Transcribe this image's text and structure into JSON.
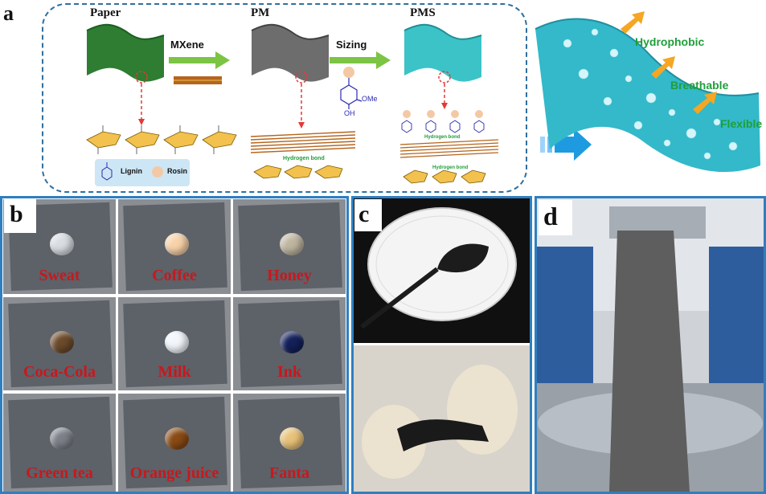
{
  "panel_a": {
    "letter": "a",
    "stages": [
      "Paper",
      "PM",
      "PMS"
    ],
    "arrow_labels": [
      "MXene",
      "Sizing"
    ],
    "legend": {
      "lignin": "Lignin",
      "rosin": "Rosin"
    },
    "hydrogen_bond": "Hydrogen bond",
    "ome": "OMe",
    "oh": "OH",
    "properties": [
      "Hydrophobic",
      "Breathable",
      "Flexible"
    ]
  },
  "panel_b": {
    "letter": "b",
    "liquids": [
      "Sweat",
      "Coffee",
      "Honey",
      "Coca-Cola",
      "Milk",
      "Ink",
      "Green tea",
      "Orange juice",
      "Fanta"
    ]
  },
  "panel_c": {
    "letter": "c"
  },
  "panel_d": {
    "letter": "d"
  },
  "colors": {
    "label_red": "#c8181d",
    "property_green": "#1f9e3a",
    "frame_blue": "#2f7fc0",
    "paper_green": "#2e7d32",
    "pm_gray": "#6d6d6d",
    "pms_cyan": "#3cc3c8"
  }
}
